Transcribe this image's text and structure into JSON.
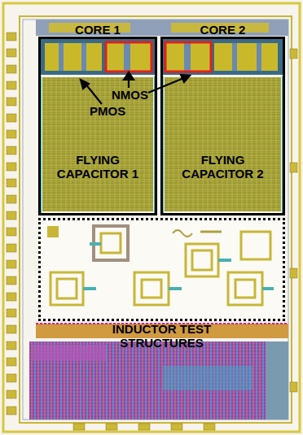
{
  "diagram": {
    "nodes": [
      {
        "text": [
          "CORE 1"
        ]
      },
      {
        "text": [
          "FLYING CAPACITOR 1"
        ],
        "in": 0
      },
      {
        "text": [
          "CORE 2"
        ]
      },
      {
        "text": [
          "FLYING CAPACITOR 2"
        ],
        "in": 2
      },
      {
        "text": [
          "INDUCTOR TEST STRUCTURES"
        ]
      }
    ],
    "labels": [
      "NMOS",
      "PMOS"
    ]
  }
}
